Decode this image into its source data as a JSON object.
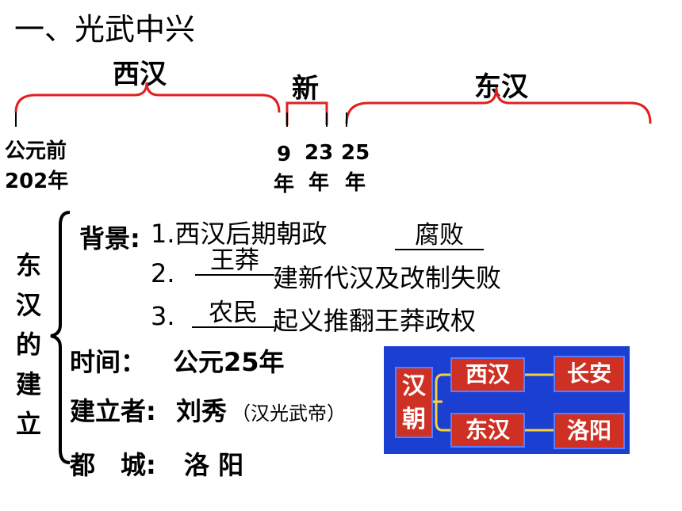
{
  "title": "一、光武中兴",
  "timeline": {
    "periods": [
      "西汉",
      "新",
      "东汉"
    ],
    "years": [
      {
        "line1": "公元前",
        "line2": "202年"
      },
      {
        "line1": "9",
        "line2": "年"
      },
      {
        "line1": "23",
        "line2": "年"
      },
      {
        "line1": "25",
        "line2": "年"
      }
    ]
  },
  "establishment": {
    "side_label": [
      "东",
      "汉",
      "的",
      "建",
      "立"
    ],
    "background_label": "背景:",
    "items": [
      {
        "num": "1.",
        "prefix": "西汉后期朝政",
        "fill": "腐败",
        "suffix": ""
      },
      {
        "num": "2.",
        "prefix": "",
        "fill": "王莽",
        "suffix": "建新代汉及改制失败"
      },
      {
        "num": "3.",
        "prefix": "",
        "fill": "农民",
        "suffix": "起义推翻王莽政权"
      }
    ],
    "time_label": "时间：",
    "time_value": "公元25年",
    "founder_label": "建立者:",
    "founder_value": "刘秀",
    "founder_note": "（汉光武帝）",
    "capital_label": "都　城:",
    "capital_value": "洛 阳"
  },
  "capitals": {
    "dynasty": [
      "汉",
      "朝"
    ],
    "west": "西汉",
    "west_capital": "长安",
    "east": "东汉",
    "east_capital": "洛阳"
  },
  "colors": {
    "brace": "#e0201f",
    "diagram_bg": "#1b3fd0",
    "diagram_box": "#cf3024"
  }
}
